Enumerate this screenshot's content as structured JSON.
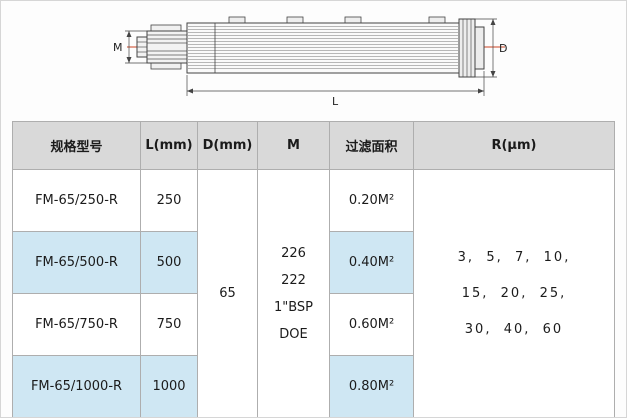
{
  "diagram": {
    "labels": {
      "m": "M",
      "d": "D",
      "l": "L"
    }
  },
  "table": {
    "headers": [
      "规格型号",
      "L(mm)",
      "D(mm)",
      "M",
      "过滤面积",
      "R(μm)"
    ],
    "rows": [
      {
        "model": "FM-65/250-R",
        "length": "250",
        "area": "0.20M²"
      },
      {
        "model": "FM-65/500-R",
        "length": "500",
        "area": "0.40M²"
      },
      {
        "model": "FM-65/750-R",
        "length": "750",
        "area": "0.60M²"
      },
      {
        "model": "FM-65/1000-R",
        "length": "1000",
        "area": "0.80M²"
      }
    ],
    "d_value": "65",
    "m_lines": [
      "226",
      "222",
      "1\"BSP",
      "DOE"
    ],
    "r_lines": [
      "3,  5,  7,  10,",
      "15,  20,  25,",
      "30,  40,  60"
    ]
  },
  "colors": {
    "header_bg": "#d9d9d9",
    "row_alt_bg": "#cfe7f3",
    "centerline": "#cc4422",
    "cell_border": "#aeaeae"
  }
}
